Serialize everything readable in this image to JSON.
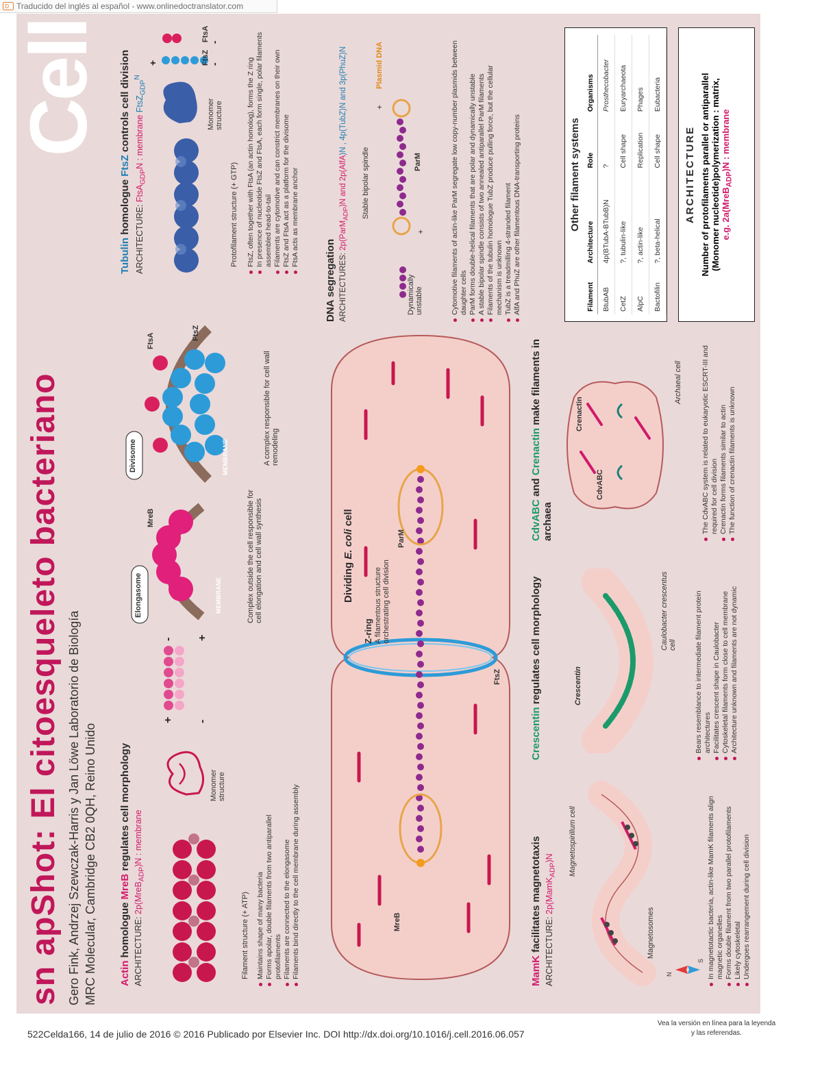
{
  "banner": "Traducido del inglés al español - www.onlinedoctranslator.com",
  "title": "sn apShot: El citoesqueleto bacteriano",
  "authors_line1": "Gero Fink, Andrzej Szewczak-Harris y Jan Löwe Laboratorio de Biología",
  "authors_line2": "MRC Molecular, Cambridge CB2 0QH, Reino Unido",
  "logo": "Cell",
  "actin": {
    "prefix": "Actin",
    "mid": " homologue ",
    "name": "MreB",
    "suffix": " regulates cell morphology",
    "arch_label": "ARCHITECTURE: ",
    "arch_value": "2p(MreB",
    "arch_sub": "ADP",
    "arch_rest": ")N : membrane",
    "filament_caption": "Filament structure (+ ATP)",
    "monomer_caption": "Monomer structure",
    "plus": "+",
    "minus": "-",
    "bullets": [
      "Maintains shape of many bacteria",
      "Forms apolar, double filaments from two antiparallel protofilaments",
      "Filaments are connected to the elongasome",
      "Filaments bind directly to the cell membrane during assembly"
    ]
  },
  "tubulin": {
    "prefix": "Tubulin",
    "mid": " homologue ",
    "name": "FtsZ",
    "suffix": " controls cell division",
    "arch_label": "ARCHITECTURE: ",
    "arch_value": "FtsA",
    "arch_sub": "GDP",
    "arch_rest": "N : membrane",
    "arch_tail": "FtsZ",
    "arch_tail_sub": "GDP",
    "arch_tail_sup": "N",
    "proto_caption": "Protofilament structure (+ GTP)",
    "monomer_caption": "Monomer structure",
    "ftsz_label": "FtsZ",
    "ftsa_label": "FtsA",
    "bullets": [
      "FtsZ, often together with FtsA (an actin homolog), forms the Z ring",
      "In presence of nucleotide FtsZ and FtsA, each form single, polar filaments assembled head-to-tail",
      "Filaments are cytomotive and can constrict membranes on their own",
      "FtsZ and FtsA act as a platform for the divisome",
      "FtsA acts as membrane anchor"
    ]
  },
  "elongasome": {
    "label": "Elongasome",
    "membrane": "MEMBRANE",
    "mreb": "MreB",
    "caption": "Complex outside the cell responsible for cell elongation and cell wall synthesis"
  },
  "divisome": {
    "label": "Divisome",
    "membrane": "MEMBRANE",
    "ftsa": "FtsA",
    "ftsz": "FtsZ",
    "caption": "A complex responsible for cell wall remodeling"
  },
  "dna": {
    "title": "DNA segregation",
    "arch_label": "ARCHITECTURES: ",
    "arch_value": "2p(ParM",
    "arch_sub": "ADP",
    "arch_rest": ")N and 2p(AlfA",
    "arch_rest2": ")N , 4p(TubZ",
    "arch_rest3": ")N and 3p(PhuZ",
    "arch_end": ")N",
    "stable": "Stable bipolar spindle",
    "dynamic": "Dynamically unstable",
    "plasmid": "Plasmid DNA",
    "parm": "ParM",
    "bullets": [
      "Cytomotive filaments of actin-like ParM segregate low copy-number plasmids between daughter cells",
      "ParM forms double-helical filaments that are polar and dynamically unstable",
      "A stable bipolar spindle consists of two annealed antiparallel ParM filaments",
      "Filaments of the tubulin homologue TubZ produce pulling force, but the cellular mechanism is unknown",
      "TubZ is a treadmilling 4-stranded filament",
      "AlfA and PhuZ are other filamentous DNA-transporting proteins"
    ]
  },
  "cell": {
    "title_a": "Dividing ",
    "title_b": "E. coli",
    "title_c": " cell",
    "zring": "Z-ring",
    "zring_caption": "A filamentous structure orchestrating cell division",
    "ftsz": "FtsZ",
    "mreb": "MreB",
    "parm": "ParM"
  },
  "mamk": {
    "name": "MamK",
    "suffix": " facilitates magnetotaxis",
    "arch_label": "ARCHITECTURE: ",
    "arch_value": "2p(MamK",
    "arch_sub": "ADP",
    "arch_rest": ")N",
    "cell_label": "Magnetospirillum cell",
    "magnetosomes": "Magnetosomes",
    "compass_n": "N",
    "compass_s": "S",
    "bullets": [
      "In magnetotactic bacteria, actin-like MamK filaments align magnetic organelles",
      "Forms double filament from two parallel protofilaments",
      "Likely cytoskeletal",
      "Undergoes rearrangement during cell division"
    ]
  },
  "crescentin": {
    "name": "Crescentin",
    "suffix": " regulates cell morphology",
    "label": "Crescentin",
    "cell_label": "Caulobacter crescentus cell",
    "bullets": [
      "Bears resemblance to intermediate filament protein architectures",
      "Facilitates crescent shape in Caulobacter",
      "Cytoskeletal filaments form close to cell membrane",
      "Architecture unknown and filaments are not dynamic"
    ]
  },
  "cdv": {
    "name1": "CdvABC",
    "mid": " and ",
    "name2": "Crenactin",
    "suffix": " make filaments in archaea",
    "cdv_label": "CdvABC",
    "crenactin_label": "Crenactin",
    "cell_label": "Archaeal cell",
    "bullets": [
      "The CdvABC system is related to eukaryotic ESCRT-III and required for cell division",
      "Crenactin forms filaments similar to actin",
      "The function of crenactin filaments is unknown"
    ]
  },
  "other": {
    "title": "Other filament systems",
    "headers": [
      "Filament",
      "Architecture",
      "Role",
      "Organisms"
    ],
    "rows": [
      [
        "BtubAB",
        "4p(BTubA-BTubB)N",
        "?",
        "Prosthecobacter"
      ],
      [
        "CetZ",
        "?, tubulin-like",
        "Cell shape",
        "Euryarchaeota"
      ],
      [
        "AlpC",
        "?, actin-like",
        "Replication",
        "Phages"
      ],
      [
        "Bactofilin",
        "?, beta-helical",
        "Cell shape",
        "Eubacteria"
      ]
    ]
  },
  "architecture": {
    "title": "ARCHITECTURE",
    "line1": "Number of protofilaments parallel or antiparallel",
    "line2": "(Monomer nucleotide)polymerization : matrix,",
    "line3": "e.g. 2a(MreB",
    "line3_sub": "ADP",
    "line3_rest": ")N : membrane"
  },
  "footer": "522Celda166, 14 de julio de 2016 © 2016 Publicado por Elsevier Inc. DOI http://dx.doi.org/10.1016/j.cell.2016.06.057",
  "footnote": "Vea la versión en línea para la leyenda y las referendas.",
  "colors": {
    "background": "#ead9d9",
    "pink": "#d11a6b",
    "blue": "#1f7fb3",
    "green": "#1b9a6a",
    "purple": "#8e2a8e"
  }
}
